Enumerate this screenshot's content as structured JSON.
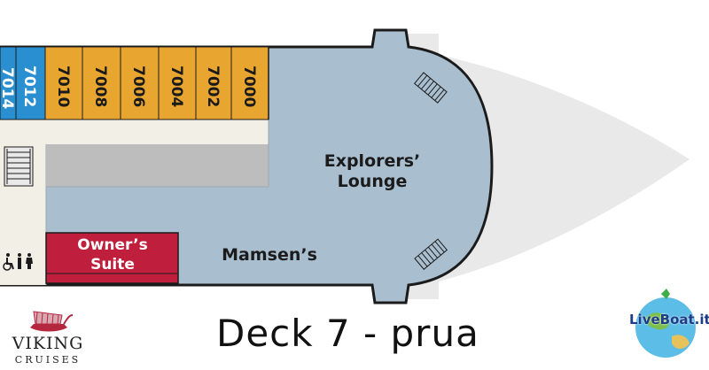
{
  "cabins": {
    "blue": [
      "7014",
      "7012"
    ],
    "orange": [
      "7010",
      "7008",
      "7006",
      "7004",
      "7002",
      "7000"
    ]
  },
  "rooms": {
    "lounge_line1": "Explorers’",
    "lounge_line2": "Lounge",
    "restaurant": "Mamsen’s",
    "suite_line1": "Owner’s",
    "suite_line2": "Suite"
  },
  "title": "Deck 7 - prua",
  "branding": {
    "name": "VIKING",
    "sub": "CRUISES"
  },
  "watermark": {
    "text": "LiveBoat.it"
  },
  "icons": [
    "stairs-icon",
    "accessible-toilet-icon",
    "restroom-icon",
    "viking-ship-logo-icon"
  ],
  "colors": {
    "deck_blue": "#a9bfcf",
    "cabin_orange": "#e8a630",
    "cabin_blue": "#2a8fd0",
    "suite_red": "#bf1f3c",
    "corridor": "#f2efe6",
    "service_gray": "#bdbdbd",
    "bow_shadow": "#e9e9e9"
  }
}
